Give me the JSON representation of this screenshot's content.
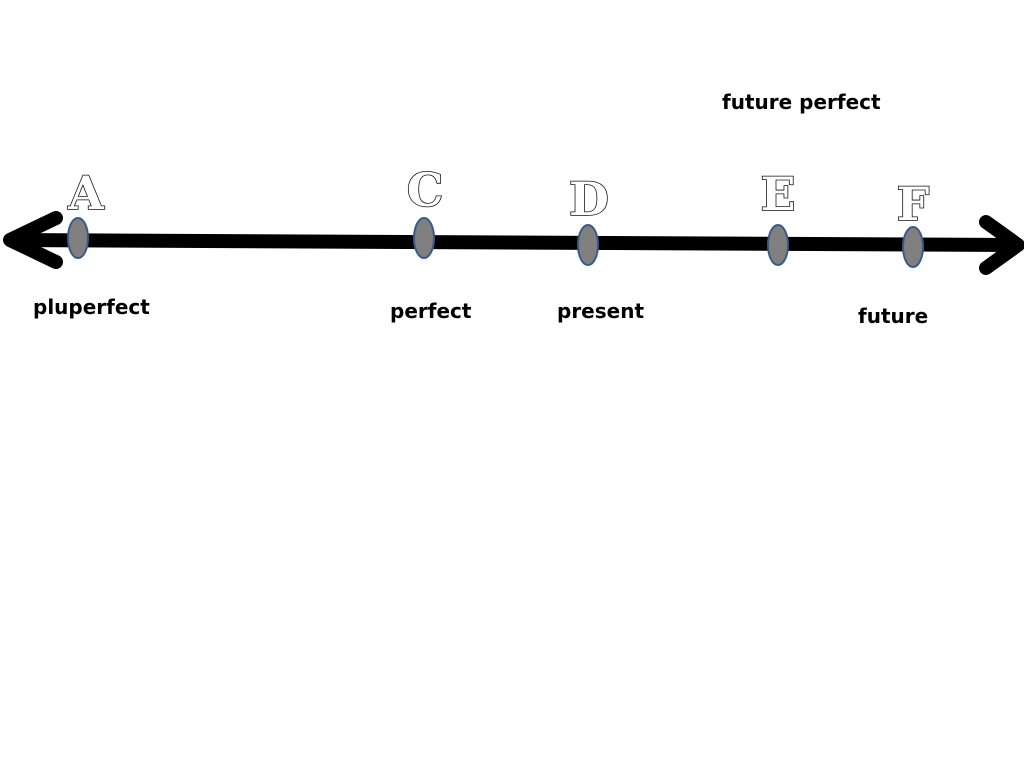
{
  "timeline": {
    "points": [
      {
        "letter": "A",
        "tense": "pluperfect"
      },
      {
        "letter": "C",
        "tense": "perfect"
      },
      {
        "letter": "D",
        "tense": "present"
      },
      {
        "letter": "E",
        "tense": "future perfect"
      },
      {
        "letter": "F",
        "tense": "future"
      }
    ]
  },
  "colors": {
    "line": "#000000",
    "point_fill": "#808080",
    "point_stroke": "#3a5a86"
  }
}
